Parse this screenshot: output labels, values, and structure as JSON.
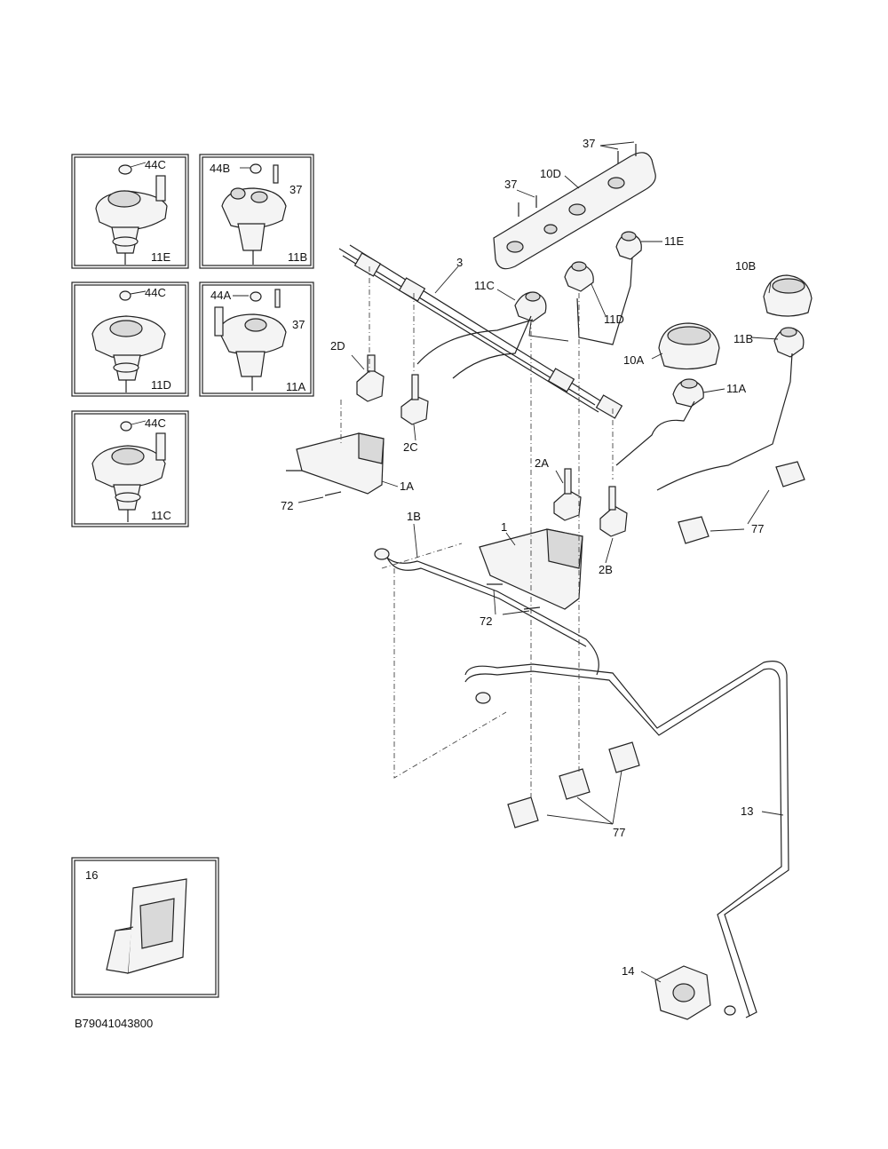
{
  "labels": {
    "l_37a": "37",
    "l_37b": "37",
    "l_10d": "10D",
    "l_11e": "11E",
    "l_3": "3",
    "l_11c": "11C",
    "l_11d": "11D",
    "l_10b": "10B",
    "l_11b": "11B",
    "l_10a": "10A",
    "l_11a": "11A",
    "l_2d": "2D",
    "l_2c": "2C",
    "l_1a": "1A",
    "l_72a": "72",
    "l_2a": "2A",
    "l_77a": "77",
    "l_1b": "1B",
    "l_1": "1",
    "l_2b": "2B",
    "l_72b": "72",
    "l_77b": "77",
    "l_13": "13",
    "l_14": "14"
  },
  "insets": {
    "e": {
      "top": "44C",
      "code": "11E"
    },
    "b": {
      "top": "44B",
      "side": "37",
      "code": "11B"
    },
    "d": {
      "top": "44C",
      "code": "11D"
    },
    "a": {
      "top": "44A",
      "side": "37",
      "code": "11A"
    },
    "c": {
      "top": "44C",
      "code": "11C"
    },
    "p16": {
      "code": "16"
    }
  },
  "footer": {
    "drawing_number": "B79041043800"
  }
}
